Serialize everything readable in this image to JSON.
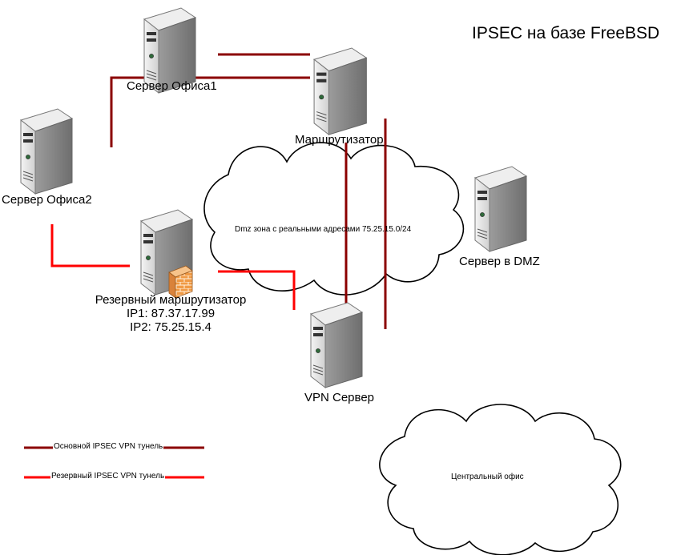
{
  "title": "IPSEC на базе FreeBSD",
  "nodes": {
    "office1": {
      "label": "Сервер Офиса1"
    },
    "office2": {
      "label": "Сервер Офиса2"
    },
    "router": {
      "label": "Маршрутизатор"
    },
    "dmz_server": {
      "label": "Сервер в DMZ"
    },
    "backup_router": {
      "label": "Резервный маршрутизатор",
      "ip1": "IP1: 87.37.17.99",
      "ip2": "IP2: 75.25.15.4"
    },
    "vpn_server": {
      "label": "VPN Сервер"
    }
  },
  "clouds": {
    "dmz": {
      "label": "Dmz зона с реальными адресами 75.25.15.0/24"
    },
    "central": {
      "label": "Центральный офис"
    }
  },
  "legend": {
    "primary": {
      "label": "Основной IPSEC VPN тунель",
      "color": "#8b0000"
    },
    "backup": {
      "label": "Резервный IPSEC VPN тунель",
      "color": "#ff0000"
    }
  },
  "colors": {
    "primary_tunnel": "#8b0000",
    "backup_tunnel": "#ff0000"
  },
  "icons": {
    "server": "tower-server-icon",
    "firewall": "firewall-brick-icon",
    "cloud": "cloud-icon"
  }
}
